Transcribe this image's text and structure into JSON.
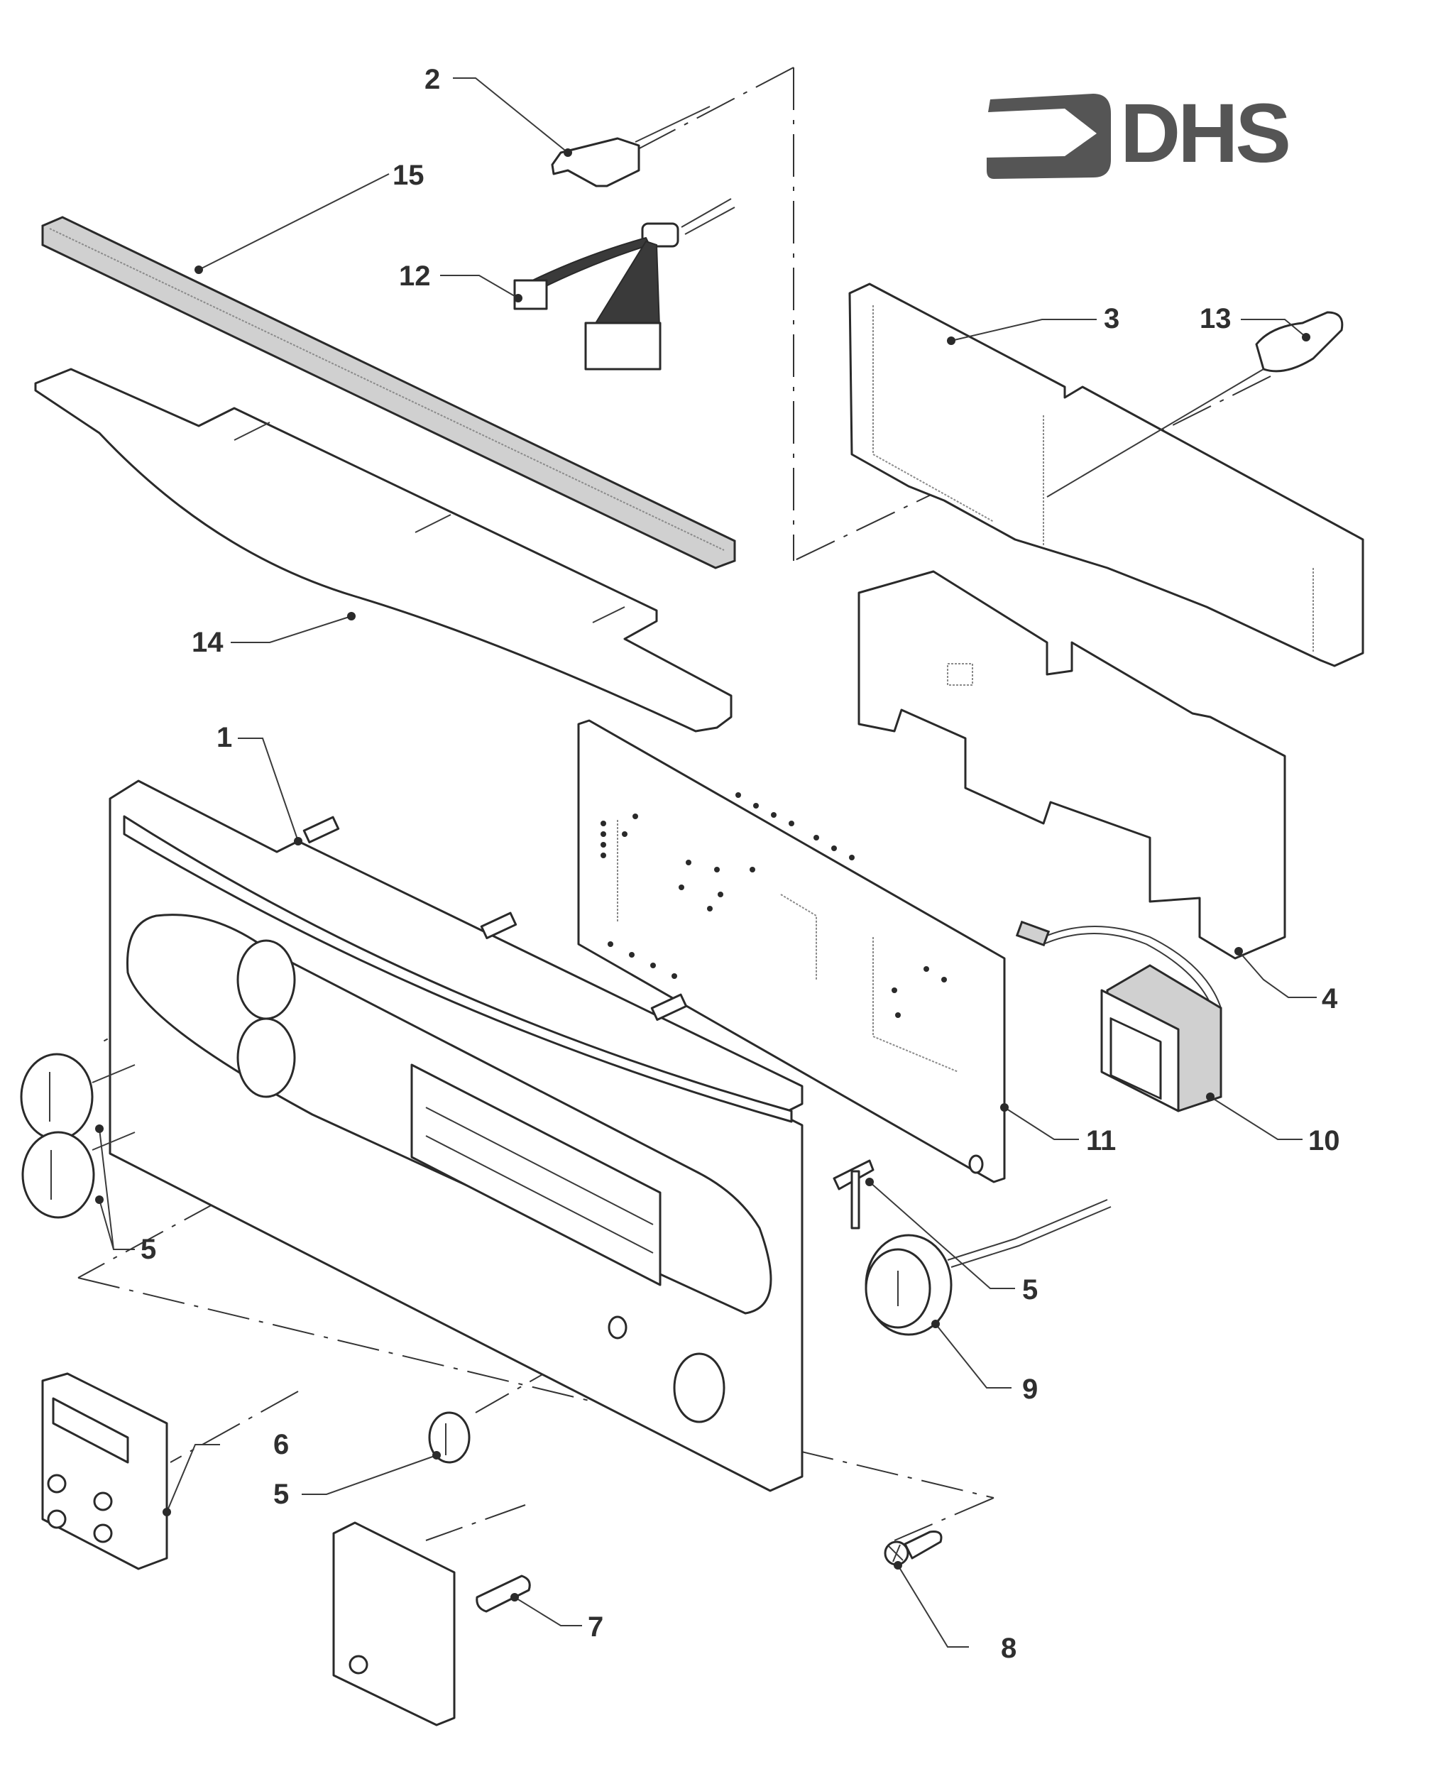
{
  "logo": {
    "text": "DHS",
    "icon": "arrow-bracket-icon",
    "color": "#555555"
  },
  "diagram": {
    "title": "Exploded parts view — control panel assembly",
    "callouts": [
      {
        "id": "c1",
        "label": "1",
        "part": "front-fascia-panel"
      },
      {
        "id": "c2",
        "label": "2",
        "part": "switch-connector"
      },
      {
        "id": "c3",
        "label": "3",
        "part": "rear-cover-upper"
      },
      {
        "id": "c4",
        "label": "4",
        "part": "rear-cover-lower"
      },
      {
        "id": "c5a",
        "label": "5",
        "part": "control-knobs-left"
      },
      {
        "id": "c5b",
        "label": "5",
        "part": "pressure-gauge-clip"
      },
      {
        "id": "c5c",
        "label": "5",
        "part": "control-knob-center"
      },
      {
        "id": "c6",
        "label": "6",
        "part": "programmer-timer"
      },
      {
        "id": "c7",
        "label": "7",
        "part": "indicator-lens"
      },
      {
        "id": "c8",
        "label": "8",
        "part": "fixing-screw"
      },
      {
        "id": "c9",
        "label": "9",
        "part": "pressure-gauge"
      },
      {
        "id": "c10",
        "label": "10",
        "part": "transformer"
      },
      {
        "id": "c11",
        "label": "11",
        "part": "pcb-board"
      },
      {
        "id": "c12",
        "label": "12",
        "part": "wiring-harness"
      },
      {
        "id": "c13",
        "label": "13",
        "part": "cable-clip"
      },
      {
        "id": "c14",
        "label": "14",
        "part": "trim-strip"
      },
      {
        "id": "c15",
        "label": "15",
        "part": "seal-channel"
      }
    ]
  }
}
